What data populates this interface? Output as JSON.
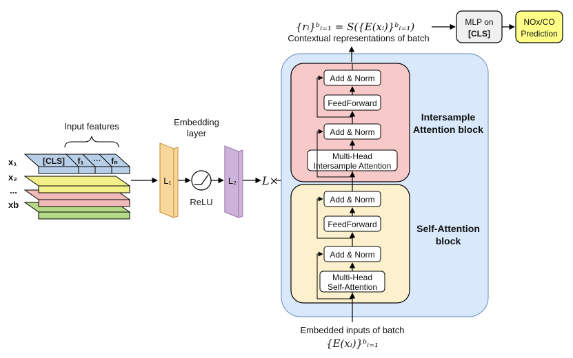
{
  "top": {
    "formula": "{rᵢ}ᵇᵢ₌₁ = S({E(xᵢ)}ᵇᵢ₌₁)",
    "caption": "Contextual representations of batch",
    "mlp_line1": "MLP on",
    "mlp_line2": "[CLS]",
    "pred_line1": "NOx/CO",
    "pred_line2": "Prediction"
  },
  "input": {
    "label": "Input features",
    "cls": "[CLS]",
    "f1": "f₁",
    "dots": "···",
    "fn": "fₙ",
    "rows": [
      "x₁",
      "x₂",
      "...",
      "xb"
    ],
    "row_colors": [
      "#b8cfe8",
      "#f2f08a",
      "#f2b9b9",
      "#b5d986"
    ]
  },
  "embedding": {
    "title_line1": "Embedding",
    "title_line2": "layer",
    "l1": "L₁",
    "relu": "ReLU",
    "l2": "L₂",
    "repeat": "L×",
    "l1_color": "#f9d79c",
    "l2_color": "#cdb3da"
  },
  "intersample": {
    "title_line1": "Intersample",
    "title_line2": "Attention block",
    "add_norm_top": "Add & Norm",
    "feed_forward": "FeedForward",
    "add_norm_mid": "Add & Norm",
    "attention_line1": "Multi-Head",
    "attention_line2": "Intersample Attention",
    "color": "#f8c9c9"
  },
  "self_attention": {
    "title_line1": "Self-Attention",
    "title_line2": "block",
    "add_norm_top": "Add & Norm",
    "feed_forward": "FeedForward",
    "add_norm_mid": "Add & Norm",
    "attention_line1": "Multi-Head",
    "attention_line2": "Self-Attention",
    "color": "#fdf0cc"
  },
  "bottom": {
    "caption": "Embedded inputs of batch",
    "formula": "{E(xᵢ)}ᵇᵢ₌₁"
  },
  "colors": {
    "outer_block": "#dae8fc",
    "mlp_box": "#f0f0f0",
    "prediction_box": "#ffff88"
  }
}
